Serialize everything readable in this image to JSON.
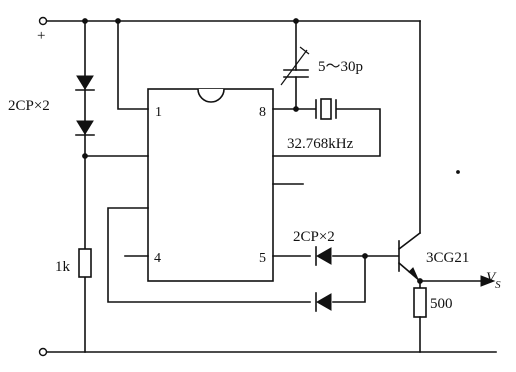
{
  "labels": {
    "plus": "+",
    "diode_pair_left": "2CP×2",
    "resistor_left": "1k",
    "cap_value": "5～30p",
    "crystal_freq": "32.768kHz",
    "diode_pair_mid": "2CP×2",
    "transistor": "3CG21",
    "resistor_emitter": "500",
    "output_main": "V",
    "output_sub": "S"
  },
  "ic_pins": {
    "p1": "1",
    "p8": "8",
    "p4": "4",
    "p5": "5"
  }
}
